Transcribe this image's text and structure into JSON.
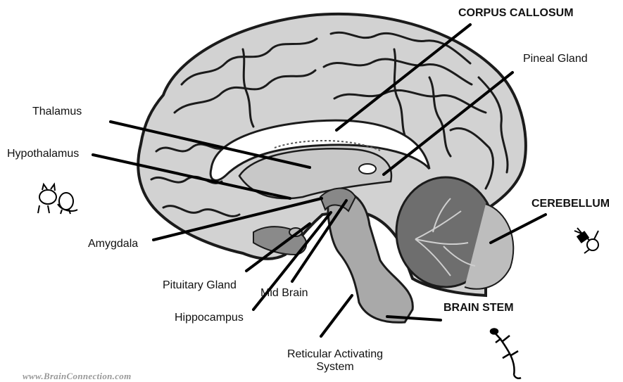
{
  "labels": {
    "corpus_callosum": "CORPUS CALLOSUM",
    "pineal_gland": "Pineal Gland",
    "thalamus": "Thalamus",
    "hypothalamus": "Hypothalamus",
    "cerebellum": "CEREBELLUM",
    "amygdala": "Amygdala",
    "pituitary_gland": "Pituitary Gland",
    "mid_brain": "Mid Brain",
    "hippocampus": "Hippocampus",
    "brain_stem": "BRAIN STEM",
    "reticular_line1": "Reticular Activating",
    "reticular_line2": "System"
  },
  "watermark": "www.BrainConnection.com",
  "colors": {
    "cortex": "#d2d2d2",
    "cortex_outline": "#1b1b1b",
    "callosum": "#ffffff",
    "thalamus": "#c8c8c8",
    "brainstem": "#a9a9a9",
    "cerebellum": "#6e6e6e",
    "leader": "#000000"
  },
  "icons": [
    "cat-icon",
    "child-icon",
    "lizard-icon"
  ]
}
